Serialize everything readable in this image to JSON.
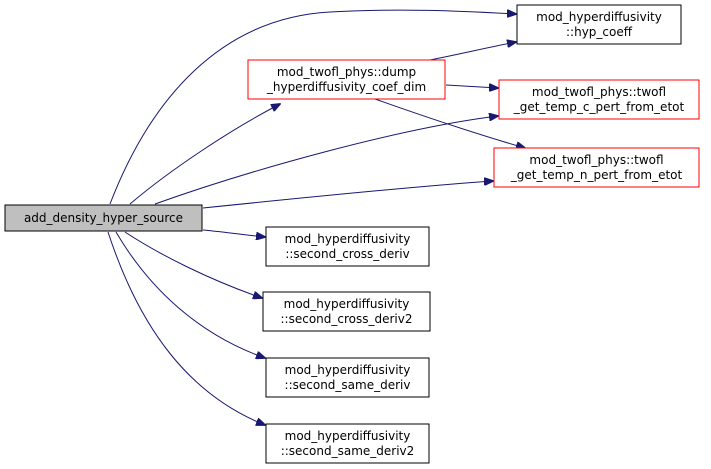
{
  "colors": {
    "edge": "#191970",
    "root_fill": "#bfbfbf",
    "node_border_black": "#000000",
    "node_border_red": "#ff0000",
    "node_fill": "#ffffff"
  },
  "nodes": {
    "root": {
      "lines": [
        "add_density_hyper_source"
      ]
    },
    "hyp_coeff": {
      "lines": [
        "mod_hyperdiffusivity",
        "::hyp_coeff"
      ]
    },
    "dump": {
      "lines": [
        "mod_twofl_phys::dump",
        "_hyperdiffusivity_coef_dim"
      ]
    },
    "temp_c": {
      "lines": [
        "mod_twofl_phys::twofl",
        "_get_temp_c_pert_from_etot"
      ]
    },
    "temp_n": {
      "lines": [
        "mod_twofl_phys::twofl",
        "_get_temp_n_pert_from_etot"
      ]
    },
    "cross": {
      "lines": [
        "mod_hyperdiffusivity",
        "::second_cross_deriv"
      ]
    },
    "cross2": {
      "lines": [
        "mod_hyperdiffusivity",
        "::second_cross_deriv2"
      ]
    },
    "same": {
      "lines": [
        "mod_hyperdiffusivity",
        "::second_same_deriv"
      ]
    },
    "same2": {
      "lines": [
        "mod_hyperdiffusivity",
        "::second_same_deriv2"
      ]
    }
  }
}
